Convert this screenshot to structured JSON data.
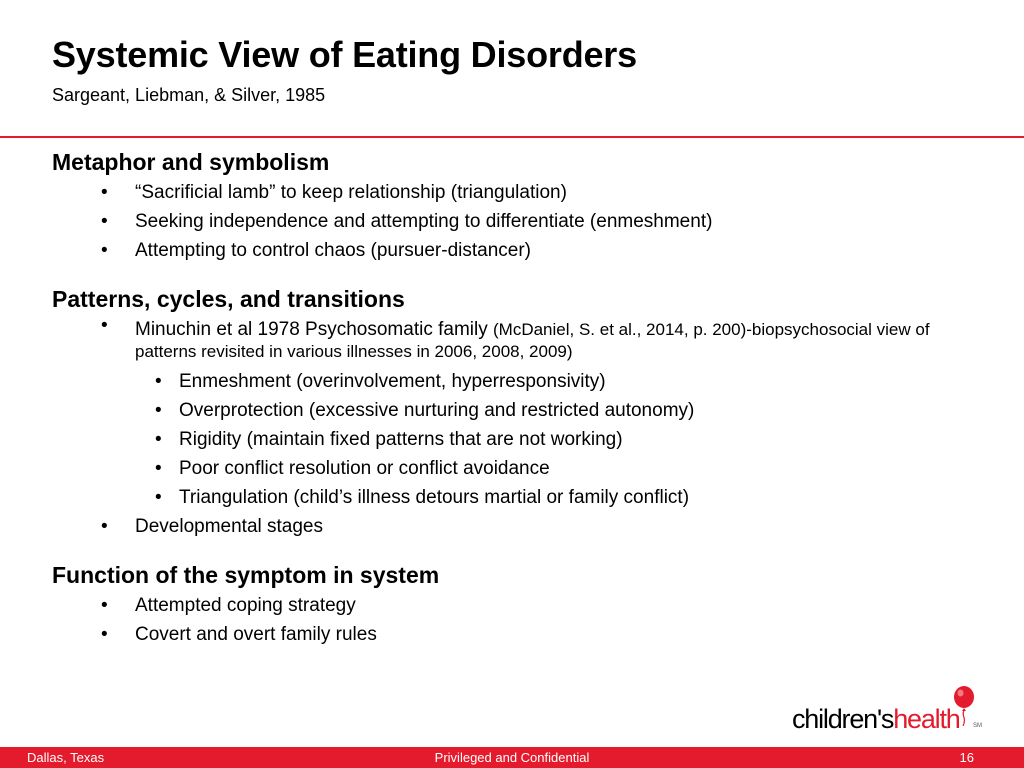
{
  "slide": {
    "title": "Systemic View of Eating Disorders",
    "subtitle": "Sargeant, Liebman, & Silver, 1985"
  },
  "sections": [
    {
      "heading": "Metaphor and symbolism",
      "items": [
        "“Sacrificial lamb” to keep relationship (triangulation)",
        "Seeking independence and attempting to differentiate (enmeshment)",
        "Attempting to control chaos (pursuer-distancer)"
      ]
    },
    {
      "heading": "Patterns, cycles, and transitions",
      "items": [
        {
          "text": "Minuchin et al 1978 Psychosomatic family ",
          "citation": "(McDaniel, S. et al., 2014, p. 200)-biopsychosocial view of patterns revisited in various illnesses in 2006, 2008, 2009)",
          "subitems": [
            "Enmeshment (overinvolvement, hyperresponsivity)",
            "Overprotection (excessive nurturing and restricted autonomy)",
            "Rigidity (maintain fixed patterns that are not working)",
            "Poor conflict resolution or conflict avoidance",
            "Triangulation (child’s illness detours martial or family conflict)"
          ]
        },
        "Developmental stages"
      ]
    },
    {
      "heading": "Function of the symptom in system",
      "items": [
        "Attempted coping strategy",
        "Covert and overt family rules"
      ]
    }
  ],
  "bullet": "•",
  "logo": {
    "part1": "children's",
    "part2": "health",
    "mark": "SM",
    "icon": "balloon-icon"
  },
  "footer": {
    "left": "Dallas, Texas",
    "center": "Privileged and Confidential",
    "right": "16"
  },
  "colors": {
    "accent": "#e41b2c",
    "text": "#000000",
    "background": "#ffffff"
  }
}
